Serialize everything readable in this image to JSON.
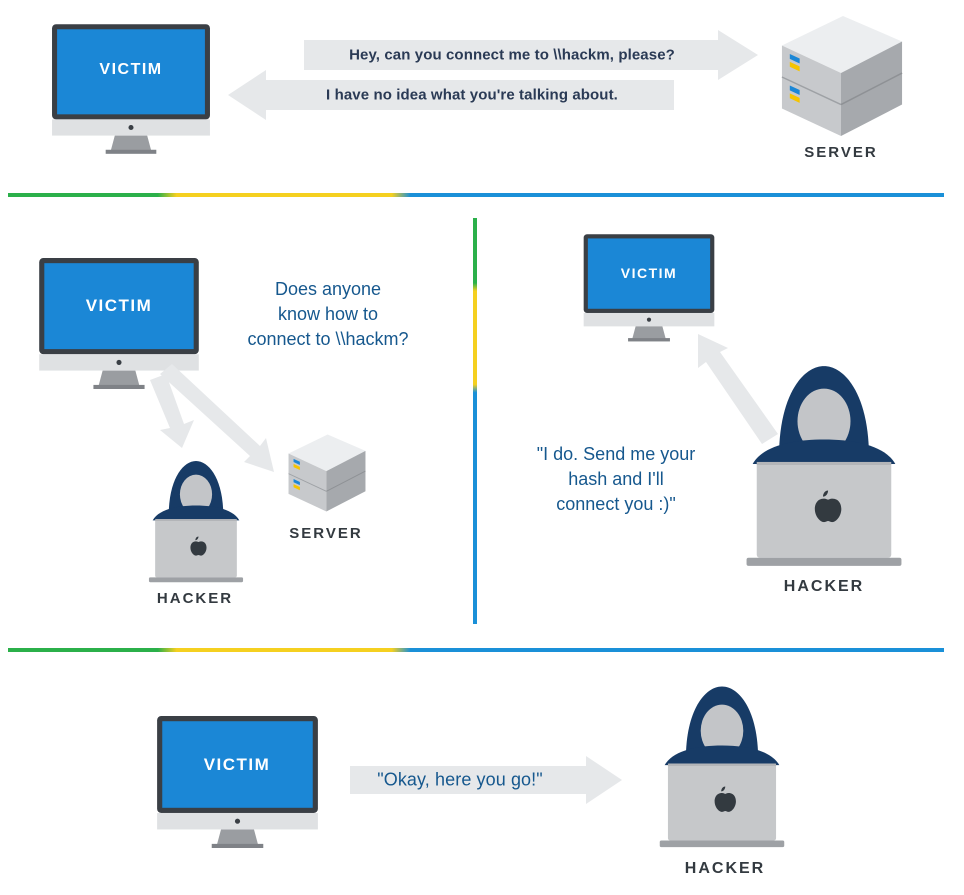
{
  "colors": {
    "screen_blue": "#1b87d6",
    "monitor_frame": "#3a3f45",
    "hood_navy": "#173b66",
    "laptop_gray": "#c6c8ca",
    "arrow_gray": "#e6e8ea",
    "line_green": "#2bb04a",
    "line_yellow": "#f5d020",
    "line_blue": "#1a90d8",
    "quote_blue": "#16588e"
  },
  "panel1": {
    "victim_label": "VICTIM",
    "server_label": "SERVER",
    "request_text": "Hey, can you connect me to \\\\hackm, please?",
    "response_text": "I have no idea what you're talking about."
  },
  "panel2": {
    "victim_label": "VICTIM",
    "broadcast_line1": "Does anyone",
    "broadcast_line2": "know how to",
    "broadcast_line3": "connect to \\\\hackm?",
    "hacker_label": "HACKER",
    "server_label": "SERVER"
  },
  "panel3": {
    "victim_label": "VICTIM",
    "reply_line1": "\"I do. Send me your",
    "reply_line2": "hash and I'll",
    "reply_line3": "connect you :)\"",
    "hacker_label": "HACKER"
  },
  "panel4": {
    "victim_label": "VICTIM",
    "handover_text": "\"Okay, here you go!\"",
    "hacker_label": "HACKER"
  }
}
